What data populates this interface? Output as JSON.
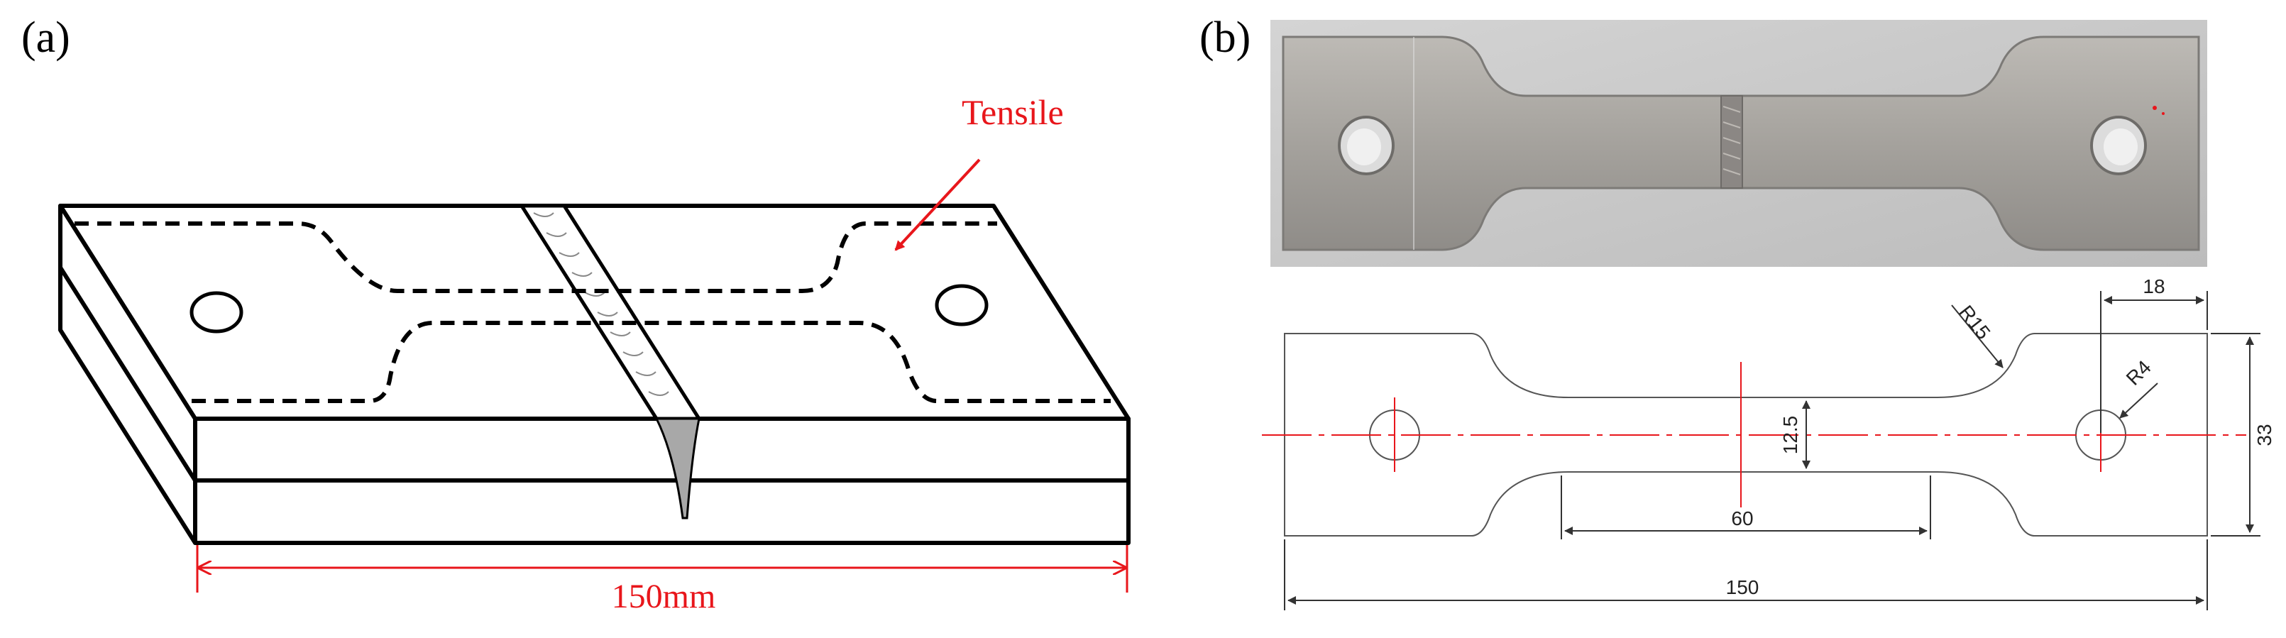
{
  "panels": {
    "a": {
      "label": "(a)",
      "annotation": "Tensile",
      "dimension": "150mm"
    },
    "b": {
      "label": "(b)",
      "dimensions": {
        "overall_length": "150",
        "gauge_length": "60",
        "gauge_width": "12.5",
        "grip_width": "33",
        "hole_offset": "18",
        "fillet_radius": "R15",
        "hole_radius": "R4"
      }
    }
  },
  "colors": {
    "line": "#000000",
    "accent": "#e8161b",
    "drawing": "#555555",
    "centerline": "#e8161b",
    "metal": "#a9a7a3",
    "photo_bg": "#c9c9c9"
  }
}
